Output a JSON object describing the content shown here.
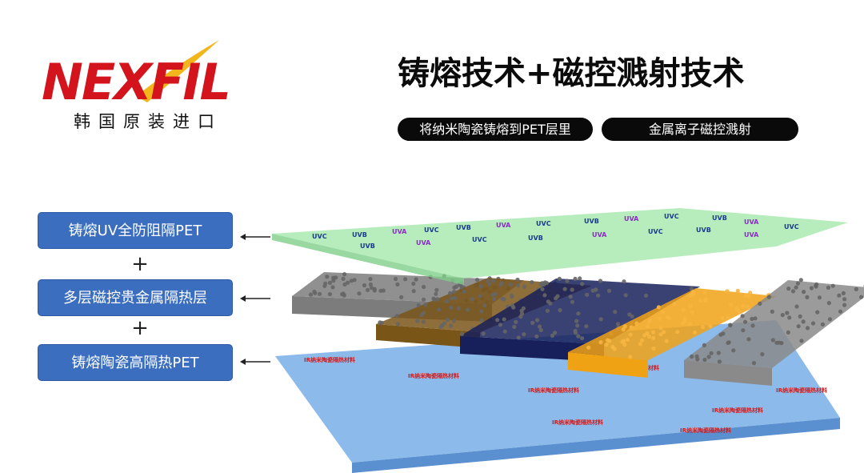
{
  "brand": {
    "logo_text": "NEXFIL",
    "subtitle": "韩国原装进口",
    "color": "#d4141c",
    "accent": "#f2b51b"
  },
  "title": "铸熔技术+磁控溅射技术",
  "pills": [
    "将纳米陶瓷铸熔到PET层里",
    "金属离子磁控溅射"
  ],
  "labels": [
    "铸熔UV全防阻隔PET",
    "多层磁控贵金属隔热层",
    "铸熔陶瓷高隔热PET"
  ],
  "plus_sign": "+",
  "diagram": {
    "uv_tags": [
      "UVC",
      "UVB",
      "UVA"
    ],
    "ir_tag": "IR纳米陶瓷隔热材料",
    "top_color": "#9fe7a6",
    "bottom_color": "#7fb2e8",
    "strips": [
      {
        "name": "gray-strip",
        "color": "#7c7c7c"
      },
      {
        "name": "bronze-strip",
        "color": "#7a5518"
      },
      {
        "name": "navy-strip",
        "color": "#17205a"
      },
      {
        "name": "gold-strip",
        "color": "#f0a215"
      },
      {
        "name": "gray-strip-right",
        "color": "#8a8a8a"
      }
    ]
  }
}
